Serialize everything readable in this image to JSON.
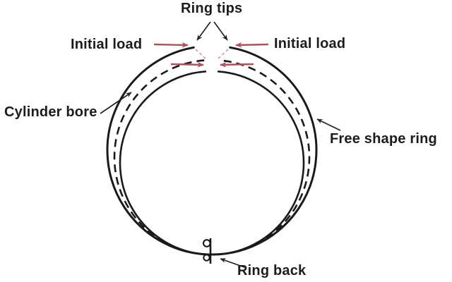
{
  "figure": {
    "labels": {
      "ring_tips": "Ring tips",
      "initial_load_left": "Initial load",
      "initial_load_right": "Initial load",
      "cylinder_bore": "Cylinder bore",
      "free_shape_ring": "Free shape ring",
      "ring_back": "Ring back"
    },
    "colors": {
      "background": "#ffffff",
      "line": "#1a1a1a",
      "text": "#1c1c1c",
      "load_arrow": "#aa545b",
      "tip_travel_dash": "#d09ba1"
    },
    "linework": {
      "free_shape_ring_style": "solid circle with gap at top",
      "cylinder_bore_style": "dashed circle with small gap at top",
      "inner_ring_style": "solid circle with small gap at top",
      "ring_back_marker": "pin symbol (bar with two small circles) at bottom of ring"
    }
  }
}
